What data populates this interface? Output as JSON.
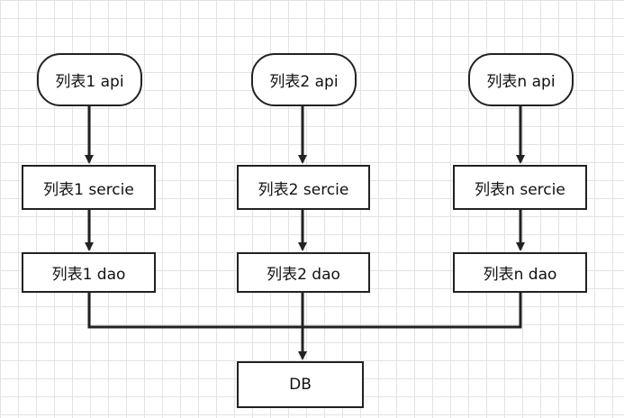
{
  "nodes": {
    "api_1": "列表1 api",
    "api_2": "列表2 api",
    "api_n": "列表n api",
    "service_1": "列表1 sercie",
    "service_2": "列表2 sercie",
    "service_n": "列表n sercie",
    "dao_1": "列表1 dao",
    "dao_2": "列表2 dao",
    "dao_n": "列表n dao",
    "db": "DB"
  },
  "colors": {
    "stroke": "#222222",
    "grid": "#e3e3e3",
    "background": "#ffffff"
  }
}
